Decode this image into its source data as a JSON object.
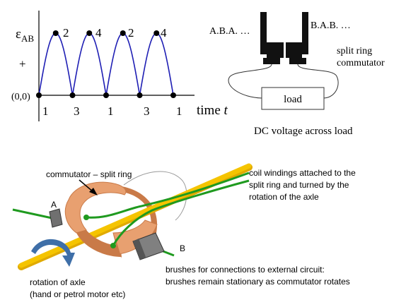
{
  "graph": {
    "y_label_main": "ε",
    "y_label_sub": "AB",
    "plus_sign": "+",
    "origin_label": "(0,0)",
    "x_axis_label": "time ",
    "x_axis_var": "t",
    "peak_labels": [
      "2",
      "4",
      "2",
      "4"
    ],
    "zero_labels": [
      "1",
      "3",
      "1",
      "3",
      "1"
    ],
    "curve_color": "#1f1fb4"
  },
  "commutator_schematic": {
    "left_label": "A.B.A. …",
    "right_label": "B.A.B. …",
    "split_ring_label_line1": "split ring",
    "split_ring_label_line2": "commutator",
    "load_label": "load",
    "caption": "DC voltage across load"
  },
  "illustration": {
    "commutator_label": "commutator – split ring",
    "brush_a_label": "A",
    "brush_b_label": "B",
    "coil_label_lines": [
      "coil windings attached to the",
      "split ring and turned by the",
      "rotation of the axle"
    ],
    "brushes_label_lines": [
      "brushes for connections to external circuit:",
      "brushes remain stationary as commutator rotates"
    ],
    "rotation_label_lines": [
      "rotation of axle",
      "(hand or petrol motor etc)"
    ],
    "colors": {
      "axle": "#f5c400",
      "ring": "#e8a070",
      "ring_dark": "#c97a48",
      "wire": "#1f9a1f",
      "brush": "#707070",
      "arrow": "#3f6fa8"
    }
  }
}
